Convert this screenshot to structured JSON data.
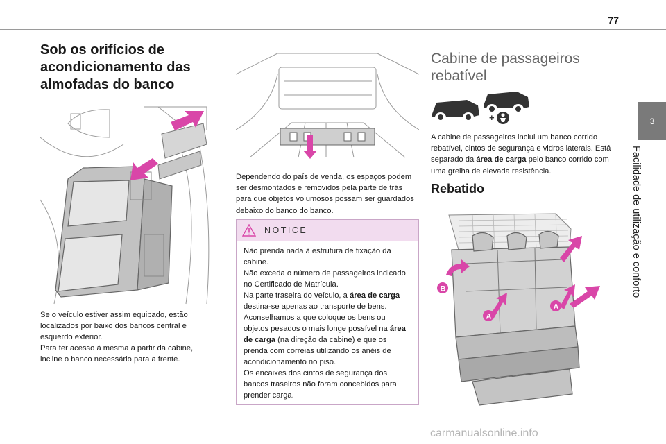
{
  "page": {
    "number": "77"
  },
  "side_tab": {
    "chapter_number": "3",
    "chapter_title": "Facilidade de utilização e conforto"
  },
  "column1": {
    "heading": "Sob os orifícios de acondicionamento das almofadas do banco",
    "paragraph_1": "Se o veículo estiver assim equipado, estão localizados por baixo dos bancos central e esquerdo exterior.",
    "paragraph_2": "Para ter acesso à mesma a partir da cabine, incline o banco necessário para a frente."
  },
  "column2": {
    "paragraph": "Dependendo do país de venda, os espaços podem ser desmontados e removidos pela parte de trás para que objetos volumosos possam ser guardados debaixo do banco do banco.",
    "notice": {
      "title": "NOTICE",
      "p1": "Não prenda nada à estrutura de fixação da cabine.",
      "p2": "Não exceda o número de passageiros indicado no Certificado de Matrícula.",
      "p3_a": "Na parte traseira do veículo, a ",
      "p3_b": "área de carga",
      "p3_c": " destina-se apenas ao transporte de bens.",
      "p4_a": "Aconselhamos a que coloque os bens ou objetos pesados o mais longe possível na ",
      "p4_b": "área de carga",
      "p4_c": " (na direção da cabine) e que os prenda com correias utilizando os anéis de acondicionamento no piso.",
      "p5": "Os encaixes dos cintos de segurança dos bancos traseiros não foram concebidos para prender carga."
    }
  },
  "column3": {
    "heading": "Cabine de passageiros rebatível",
    "paragraph_a": "A cabine de passageiros inclui um banco corrido rebatível, cintos de segurança e vidros laterais. Está separado da ",
    "paragraph_b": "área de carga",
    "paragraph_c": " pelo banco corrido com uma grelha de elevada resistência.",
    "subheading": "Rebatido",
    "label_a": "A",
    "label_b": "B",
    "van_plus": "+"
  },
  "footer": {
    "watermark": "carmanualsonline.info"
  },
  "colors": {
    "arrow": "#d946a8",
    "notice_bg": "#f2dcef",
    "notice_border": "#c9a6c7",
    "tab_bg": "#7a7a7a",
    "heading_gray": "#666666"
  },
  "icons": {
    "warning": "warning-triangle-icon",
    "van": "van-icon",
    "seat_belt": "seat-belt-icon"
  }
}
